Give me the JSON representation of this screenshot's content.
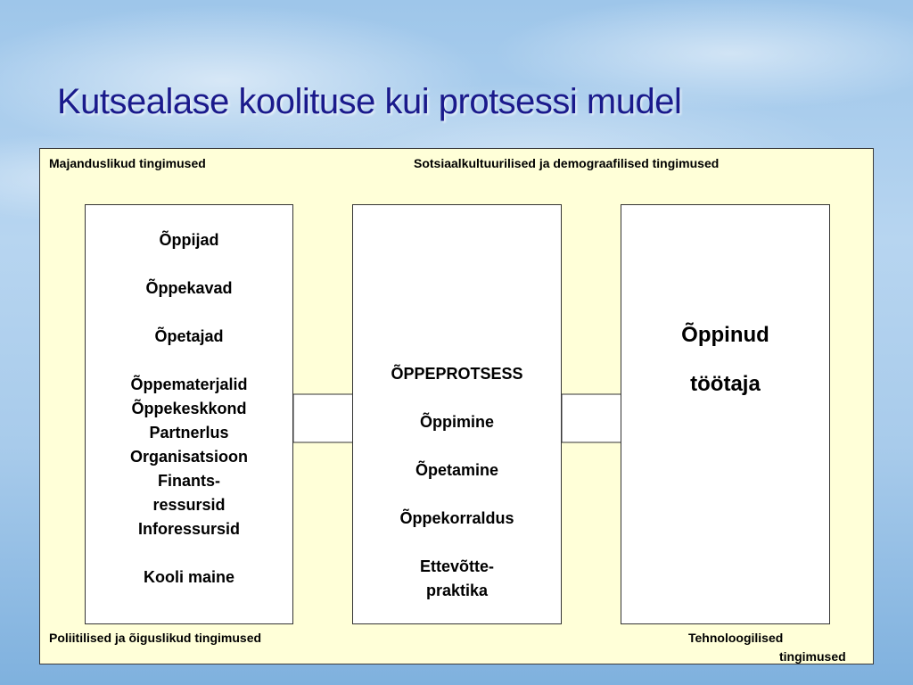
{
  "title": "Kutsealase koolituse kui protsessi mudel",
  "conditions": {
    "top_left": "Majanduslikud tingimused",
    "top_right": "Sotsiaalkultuurilised ja demograafilised tingimused",
    "bottom_left": "Poliitilised ja õiguslikud tingimused",
    "bottom_right_line1": "Tehnoloogilised",
    "bottom_right_line2": "tingimused"
  },
  "inputs": {
    "items": [
      "Õppijad",
      "",
      "Õppekavad",
      "",
      "Õpetajad",
      "",
      "Õppematerjalid",
      "Õppekeskkond",
      "Partnerlus",
      "Organisatsioon",
      "Finants-",
      "ressursid",
      "Inforessursid",
      "",
      "Kooli maine"
    ]
  },
  "process": {
    "items": [
      "ÕPPEPROTSESS",
      "",
      "Õppimine",
      "",
      "Õpetamine",
      "",
      "Õppekorraldus",
      "",
      "Ettevõtte-",
      "praktika"
    ]
  },
  "output": {
    "items": [
      "Õppinud",
      "",
      "töötaja"
    ]
  }
}
